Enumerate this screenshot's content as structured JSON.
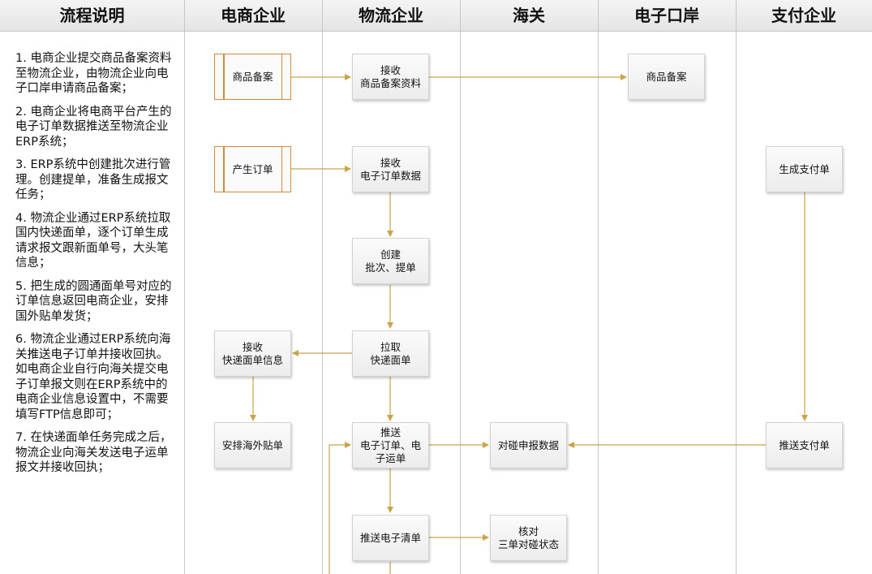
{
  "header": {
    "columns": [
      "流程说明",
      "电商企业",
      "物流企业",
      "海关",
      "电子口岸",
      "支付企业"
    ]
  },
  "steps": [
    "1. 电商企业提交商品备案资料至物流企业，由物流企业向电子口岸申请商品备案；",
    "2. 电商企业将电商平台产生的电子订单数据推送至物流企业ERP系统；",
    "3. ERP系统中创建批次进行管理。创建提单，准备生成报文任务；",
    "4. 物流企业通过ERP系统拉取国内快递面单，逐个订单生成请求报文跟新面单号，大头笔信息；",
    "5. 把生成的圆通面单号对应的订单信息返回电商企业，安排国外贴单发货；",
    "6. 物流企业通过ERP系统向海关推送电子订单并接收回执。如电商企业自行向海关提交电子订单报文则在ERP系统中的电商企业信息设置中，不需要填写FTP信息即可；",
    "7. 在快递面单任务完成之后，物流企业向海关发送电子运单报文并接收回执；"
  ],
  "nodes": {
    "ec_goods": "商品备案",
    "ec_order": "产生订单",
    "ec_recv_waybill": "接收\n快递面单信息",
    "ec_overseas": "安排海外贴单",
    "lg_recv_goods": "接收\n商品备案资料",
    "lg_recv_order": "接收\n电子订单数据",
    "lg_batch": "创建\n批次、提单",
    "lg_pull": "拉取\n快递面单",
    "lg_push": "推送\n电子订单、电\n子运单",
    "lg_list": "推送电子清单",
    "cu_match": "对碰申报数据",
    "cu_check": "核对\n三单对碰状态",
    "ep_goods": "商品备案",
    "pay_gen": "生成支付单",
    "pay_push": "推送支付单"
  },
  "colors": {
    "arrow": "#c8a44a",
    "process_border": "#d08a3c",
    "grid": "#c6c6c6"
  }
}
